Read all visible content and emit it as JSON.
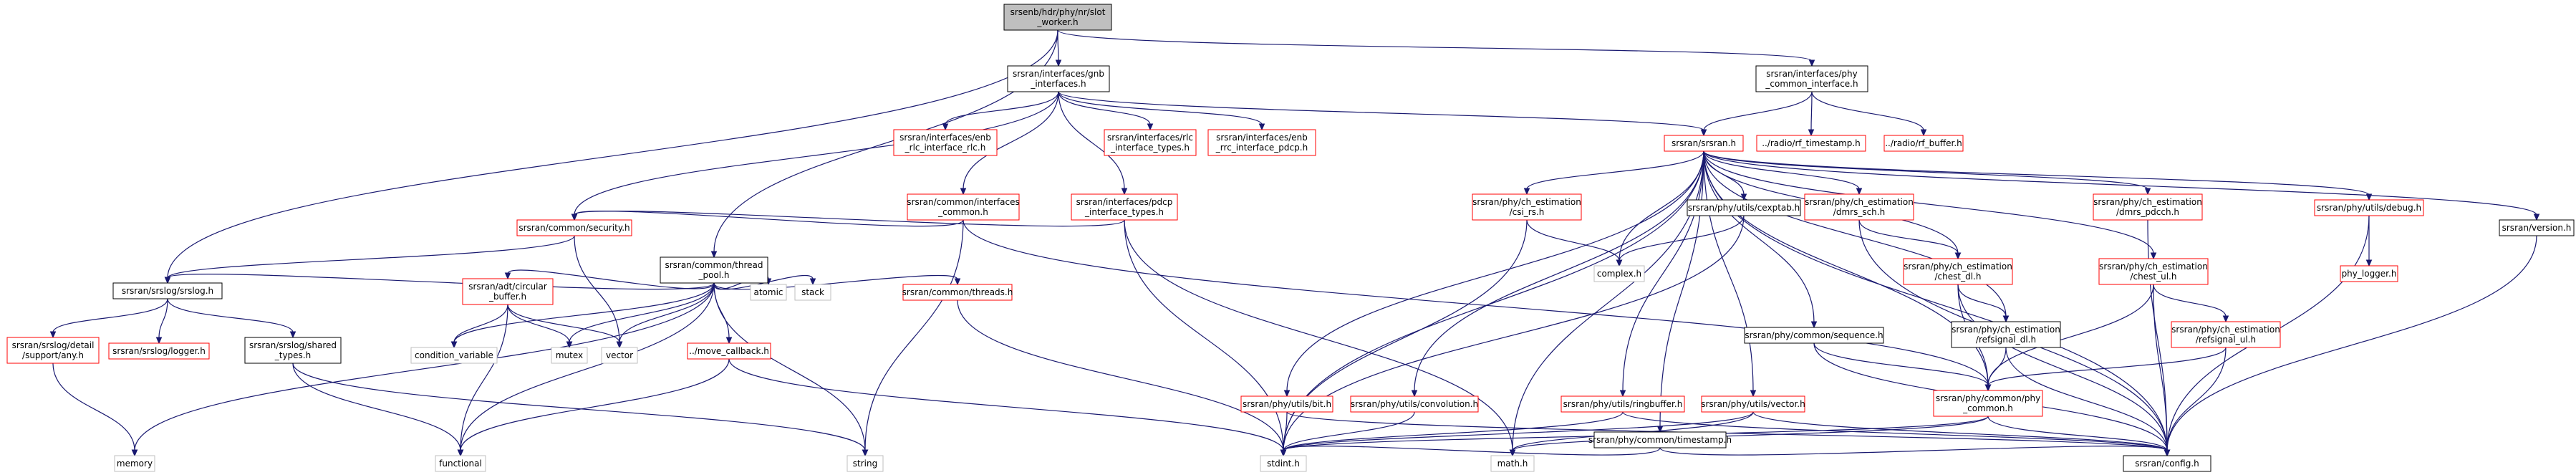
{
  "colors": {
    "edge": "#191970",
    "local_border": "#ff0000",
    "documented_border": "#000000",
    "external_border": "#bfbfbf",
    "root_fill": "#bfbfbf"
  },
  "nodes": [
    {
      "id": "root",
      "label": [
        "srsenb/hdr/phy/nr/slot",
        "_worker.h"
      ],
      "kind": "root"
    },
    {
      "id": "gnb",
      "label": [
        "srsran/interfaces/gnb",
        "_interfaces.h"
      ],
      "kind": "black"
    },
    {
      "id": "phyci",
      "label": [
        "srsran/interfaces/phy",
        "_common_interface.h"
      ],
      "kind": "black"
    },
    {
      "id": "srslog",
      "label": [
        "srsran/srslog/srslog.h"
      ],
      "kind": "black"
    },
    {
      "id": "threadpool",
      "label": [
        "srsran/common/thread",
        "_pool.h"
      ],
      "kind": "black"
    },
    {
      "id": "rlc",
      "label": [
        "srsran/interfaces/enb",
        "_rlc_interface_rlc.h"
      ],
      "kind": "red"
    },
    {
      "id": "rlctypes",
      "label": [
        "srsran/interfaces/rlc",
        "_interface_types.h"
      ],
      "kind": "red"
    },
    {
      "id": "pdcp",
      "label": [
        "srsran/interfaces/enb",
        "_rrc_interface_pdcp.h"
      ],
      "kind": "red"
    },
    {
      "id": "srsranh",
      "label": [
        "srsran/srsran.h"
      ],
      "kind": "red"
    },
    {
      "id": "rfts",
      "label": [
        "../radio/rf_timestamp.h"
      ],
      "kind": "red"
    },
    {
      "id": "rfbuf",
      "label": [
        "../radio/rf_buffer.h"
      ],
      "kind": "red"
    },
    {
      "id": "ifcommon",
      "label": [
        "srsran/common/interfaces",
        "_common.h"
      ],
      "kind": "red"
    },
    {
      "id": "pdcptypes",
      "label": [
        "srsran/interfaces/pdcp",
        "_interface_types.h"
      ],
      "kind": "red"
    },
    {
      "id": "security",
      "label": [
        "srsran/common/security.h"
      ],
      "kind": "red"
    },
    {
      "id": "csirs",
      "label": [
        "srsran/phy/ch_estimation",
        "/csi_rs.h"
      ],
      "kind": "red"
    },
    {
      "id": "cexptab",
      "label": [
        "srsran/phy/utils/cexptab.h"
      ],
      "kind": "black"
    },
    {
      "id": "dmrssch",
      "label": [
        "srsran/phy/ch_estimation",
        "/dmrs_sch.h"
      ],
      "kind": "red"
    },
    {
      "id": "dmrspdcch",
      "label": [
        "srsran/phy/ch_estimation",
        "/dmrs_pdcch.h"
      ],
      "kind": "red"
    },
    {
      "id": "debug",
      "label": [
        "srsran/phy/utils/debug.h"
      ],
      "kind": "red"
    },
    {
      "id": "version",
      "label": [
        "srsran/version.h"
      ],
      "kind": "black"
    },
    {
      "id": "complex",
      "label": [
        "complex.h"
      ],
      "kind": "grey"
    },
    {
      "id": "chestdl",
      "label": [
        "srsran/phy/ch_estimation",
        "/chest_dl.h"
      ],
      "kind": "red"
    },
    {
      "id": "chestul",
      "label": [
        "srsran/phy/ch_estimation",
        "/chest_ul.h"
      ],
      "kind": "red"
    },
    {
      "id": "phylogger",
      "label": [
        "phy_logger.h"
      ],
      "kind": "red"
    },
    {
      "id": "atomic",
      "label": [
        "atomic"
      ],
      "kind": "grey"
    },
    {
      "id": "stack",
      "label": [
        "stack"
      ],
      "kind": "grey"
    },
    {
      "id": "threads",
      "label": [
        "srsran/common/threads.h"
      ],
      "kind": "red"
    },
    {
      "id": "circbuf",
      "label": [
        "srsran/adt/circular",
        "_buffer.h"
      ],
      "kind": "red"
    },
    {
      "id": "detailany",
      "label": [
        "srsran/srslog/detail",
        "/support/any.h"
      ],
      "kind": "red"
    },
    {
      "id": "logger",
      "label": [
        "srsran/srslog/logger.h"
      ],
      "kind": "red"
    },
    {
      "id": "shared",
      "label": [
        "srsran/srslog/shared",
        "_types.h"
      ],
      "kind": "black"
    },
    {
      "id": "condvar",
      "label": [
        "condition_variable"
      ],
      "kind": "grey"
    },
    {
      "id": "mutex",
      "label": [
        "mutex"
      ],
      "kind": "grey"
    },
    {
      "id": "vector",
      "label": [
        "vector"
      ],
      "kind": "grey"
    },
    {
      "id": "sequence",
      "label": [
        "srsran/phy/common/sequence.h"
      ],
      "kind": "black"
    },
    {
      "id": "refdl",
      "label": [
        "srsran/phy/ch_estimation",
        "/refsignal_dl.h"
      ],
      "kind": "black"
    },
    {
      "id": "refui",
      "label": [
        "srsran/phy/ch_estimation",
        "/refsignal_ul.h"
      ],
      "kind": "red"
    },
    {
      "id": "movecb",
      "label": [
        "../move_callback.h"
      ],
      "kind": "red"
    },
    {
      "id": "bit",
      "label": [
        "srsran/phy/utils/bit.h"
      ],
      "kind": "red"
    },
    {
      "id": "convolution",
      "label": [
        "srsran/phy/utils/convolution.h"
      ],
      "kind": "red"
    },
    {
      "id": "ringbuffer",
      "label": [
        "srsran/phy/utils/ringbuffer.h"
      ],
      "kind": "red"
    },
    {
      "id": "vectorh",
      "label": [
        "srsran/phy/utils/vector.h"
      ],
      "kind": "red"
    },
    {
      "id": "timestamp",
      "label": [
        "srsran/phy/common/timestamp.h"
      ],
      "kind": "black"
    },
    {
      "id": "phycommon",
      "label": [
        "srsran/phy/common/phy",
        "_common.h"
      ],
      "kind": "red"
    },
    {
      "id": "memory",
      "label": [
        "memory"
      ],
      "kind": "grey"
    },
    {
      "id": "functional",
      "label": [
        "functional"
      ],
      "kind": "grey"
    },
    {
      "id": "string",
      "label": [
        "string"
      ],
      "kind": "grey"
    },
    {
      "id": "stdint",
      "label": [
        "stdint.h"
      ],
      "kind": "grey"
    },
    {
      "id": "math",
      "label": [
        "math.h"
      ],
      "kind": "grey"
    },
    {
      "id": "config",
      "label": [
        "srsran/config.h"
      ],
      "kind": "black"
    }
  ],
  "edges": [
    [
      "root",
      "gnb"
    ],
    [
      "root",
      "phyci"
    ],
    [
      "root",
      "srslog"
    ],
    [
      "root",
      "threadpool"
    ],
    [
      "gnb",
      "rlc"
    ],
    [
      "gnb",
      "rlctypes"
    ],
    [
      "gnb",
      "pdcp"
    ],
    [
      "gnb",
      "srsranh"
    ],
    [
      "gnb",
      "ifcommon"
    ],
    [
      "gnb",
      "pdcptypes"
    ],
    [
      "gnb",
      "security"
    ],
    [
      "phyci",
      "srsranh"
    ],
    [
      "phyci",
      "rfts"
    ],
    [
      "phyci",
      "rfbuf"
    ],
    [
      "ifcommon",
      "security"
    ],
    [
      "ifcommon",
      "string"
    ],
    [
      "ifcommon",
      "phycommon"
    ],
    [
      "pdcptypes",
      "security"
    ],
    [
      "pdcptypes",
      "stdint"
    ],
    [
      "pdcptypes",
      "math"
    ],
    [
      "security",
      "srslog"
    ],
    [
      "security",
      "vector"
    ],
    [
      "threadpool",
      "srslog"
    ],
    [
      "threadpool",
      "threads"
    ],
    [
      "threadpool",
      "circbuf"
    ],
    [
      "threadpool",
      "atomic"
    ],
    [
      "threadpool",
      "stack"
    ],
    [
      "threadpool",
      "condvar"
    ],
    [
      "threadpool",
      "mutex"
    ],
    [
      "threadpool",
      "vector"
    ],
    [
      "threadpool",
      "movecb"
    ],
    [
      "threadpool",
      "memory"
    ],
    [
      "threadpool",
      "functional"
    ],
    [
      "threadpool",
      "string"
    ],
    [
      "srslog",
      "detailany"
    ],
    [
      "srslog",
      "logger"
    ],
    [
      "srslog",
      "shared"
    ],
    [
      "detailany",
      "memory"
    ],
    [
      "shared",
      "functional"
    ],
    [
      "shared",
      "string"
    ],
    [
      "circbuf",
      "condvar"
    ],
    [
      "circbuf",
      "mutex"
    ],
    [
      "circbuf",
      "vector"
    ],
    [
      "circbuf",
      "functional"
    ],
    [
      "threads",
      "stdint"
    ],
    [
      "movecb",
      "functional"
    ],
    [
      "movecb",
      "stdint"
    ],
    [
      "srsranh",
      "csirs"
    ],
    [
      "srsranh",
      "cexptab"
    ],
    [
      "srsranh",
      "dmrssch"
    ],
    [
      "srsranh",
      "dmrspdcch"
    ],
    [
      "srsranh",
      "debug"
    ],
    [
      "srsranh",
      "version"
    ],
    [
      "srsranh",
      "complex"
    ],
    [
      "srsranh",
      "chestdl"
    ],
    [
      "srsranh",
      "chestul"
    ],
    [
      "srsranh",
      "sequence"
    ],
    [
      "srsranh",
      "refdl"
    ],
    [
      "srsranh",
      "bit"
    ],
    [
      "srsranh",
      "convolution"
    ],
    [
      "srsranh",
      "ringbuffer"
    ],
    [
      "srsranh",
      "vectorh"
    ],
    [
      "srsranh",
      "timestamp"
    ],
    [
      "srsranh",
      "phycommon"
    ],
    [
      "srsranh",
      "stdint"
    ],
    [
      "srsranh",
      "math"
    ],
    [
      "srsranh",
      "config"
    ],
    [
      "csirs",
      "complex"
    ],
    [
      "csirs",
      "stdint"
    ],
    [
      "cexptab",
      "complex"
    ],
    [
      "cexptab",
      "stdint"
    ],
    [
      "dmrssch",
      "chestdl"
    ],
    [
      "dmrssch",
      "config"
    ],
    [
      "dmrspdcch",
      "config"
    ],
    [
      "debug",
      "phylogger"
    ],
    [
      "debug",
      "config"
    ],
    [
      "version",
      "config"
    ],
    [
      "chestdl",
      "refdl"
    ],
    [
      "chestdl",
      "phycommon"
    ],
    [
      "chestdl",
      "config"
    ],
    [
      "chestul",
      "refui"
    ],
    [
      "chestul",
      "phycommon"
    ],
    [
      "chestul",
      "config"
    ],
    [
      "refdl",
      "phycommon"
    ],
    [
      "refdl",
      "config"
    ],
    [
      "refui",
      "phycommon"
    ],
    [
      "refui",
      "config"
    ],
    [
      "sequence",
      "phycommon"
    ],
    [
      "sequence",
      "config"
    ],
    [
      "bit",
      "stdint"
    ],
    [
      "bit",
      "config"
    ],
    [
      "convolution",
      "stdint"
    ],
    [
      "ringbuffer",
      "stdint"
    ],
    [
      "ringbuffer",
      "config"
    ],
    [
      "vectorh",
      "stdint"
    ],
    [
      "vectorh",
      "math"
    ],
    [
      "vectorh",
      "config"
    ],
    [
      "timestamp",
      "stdint"
    ],
    [
      "timestamp",
      "config"
    ],
    [
      "phycommon",
      "stdint"
    ],
    [
      "phycommon",
      "math"
    ],
    [
      "phycommon",
      "config"
    ]
  ]
}
